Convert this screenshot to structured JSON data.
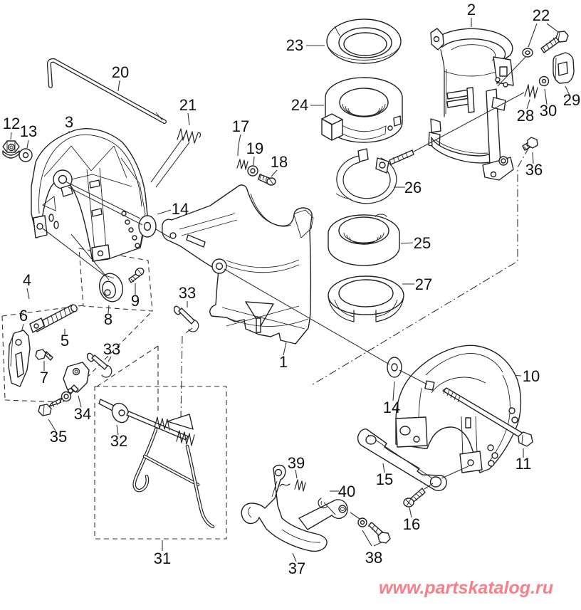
{
  "diagram": {
    "type": "exploded-parts-diagram",
    "background_color": "#ffffff",
    "line_color": "#222222",
    "callouts": [
      {
        "id": "20"
      },
      {
        "id": "21"
      },
      {
        "id": "12"
      },
      {
        "id": "13"
      },
      {
        "id": "3"
      },
      {
        "id": "17"
      },
      {
        "id": "19"
      },
      {
        "id": "18"
      },
      {
        "id": "2"
      },
      {
        "id": "22"
      },
      {
        "id": "23"
      },
      {
        "id": "24"
      },
      {
        "id": "28"
      },
      {
        "id": "30"
      },
      {
        "id": "29"
      },
      {
        "id": "36"
      },
      {
        "id": "26"
      },
      {
        "id": "25"
      },
      {
        "id": "27"
      },
      {
        "id": "14"
      },
      {
        "id": "4"
      },
      {
        "id": "6"
      },
      {
        "id": "5"
      },
      {
        "id": "7"
      },
      {
        "id": "8"
      },
      {
        "id": "9"
      },
      {
        "id": "33"
      },
      {
        "id": "33"
      },
      {
        "id": "1"
      },
      {
        "id": "34"
      },
      {
        "id": "35"
      },
      {
        "id": "32"
      },
      {
        "id": "31"
      },
      {
        "id": "10"
      },
      {
        "id": "14"
      },
      {
        "id": "11"
      },
      {
        "id": "15"
      },
      {
        "id": "16"
      },
      {
        "id": "37"
      },
      {
        "id": "38"
      },
      {
        "id": "39"
      },
      {
        "id": "40"
      }
    ],
    "watermark": {
      "text": "www.partskatalog.ru",
      "color": "#f98089"
    }
  }
}
